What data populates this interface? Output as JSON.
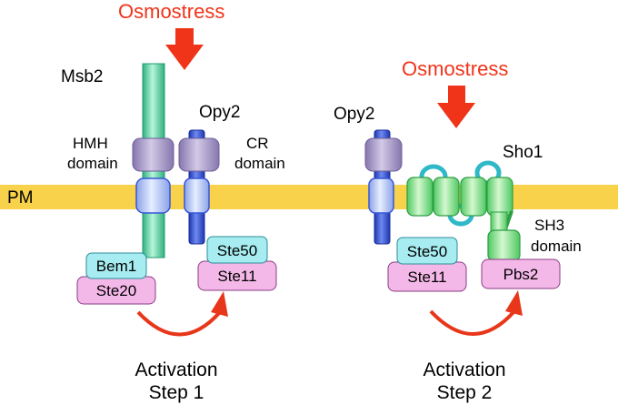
{
  "colors": {
    "membrane": "#F8D24A",
    "stress": "#F0341A",
    "msb2": "#6CE0B2",
    "msb2_dark": "#36B888",
    "hmh": "#A79AC6",
    "hmh_dark": "#7E6FA6",
    "opy2": "#3856D8",
    "opy2_light": "#B8C8F4",
    "sho1": "#9BE89A",
    "sho1_dark": "#3BB84E",
    "loop": "#2FB8C8",
    "ste50_bem1": "#A6ECF0",
    "ste11_ste20_pbs2": "#F4B8E8",
    "activation_arrow": "#E8361A"
  },
  "left_panel": {
    "stress_label": "Osmostress",
    "msb2_label": "Msb2",
    "opy2_label": "Opy2",
    "hmh_label": [
      "HMH",
      "domain"
    ],
    "cr_label": [
      "CR",
      "domain"
    ],
    "pm_label": "PM",
    "bem1": "Bem1",
    "ste20": "Ste20",
    "ste50": "Ste50",
    "ste11": "Ste11",
    "step_label": [
      "Activation",
      "Step 1"
    ]
  },
  "right_panel": {
    "stress_label": "Osmostress",
    "opy2_label": "Opy2",
    "sho1_label": "Sho1",
    "sh3_label": [
      "SH3",
      "domain"
    ],
    "ste50": "Ste50",
    "ste11": "Ste11",
    "pbs2": "Pbs2",
    "step_label": [
      "Activation",
      "Step 2"
    ]
  }
}
